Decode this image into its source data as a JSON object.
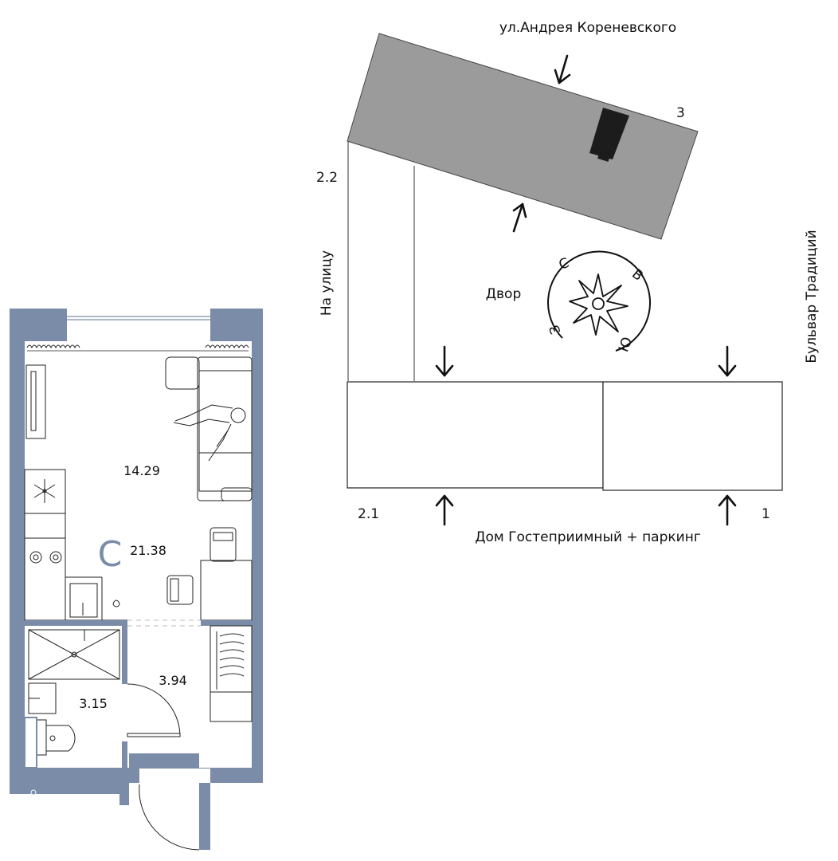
{
  "apartment": {
    "type_letter": "С",
    "total_area": "21.38",
    "rooms": [
      {
        "name": "living-room",
        "area": "14.29"
      },
      {
        "name": "hallway",
        "area": "3.94"
      },
      {
        "name": "bathroom",
        "area": "3.15"
      }
    ]
  },
  "site": {
    "streets": {
      "top": "ул.Андрея Кореневского",
      "left": "На улицу",
      "right": "Бульвар Традиций",
      "bottom": "Дом Гостеприимный + паркинг"
    },
    "courtyard": "Двор",
    "building_numbers": {
      "top_right": "3",
      "left": "2.2",
      "bottom_left": "2.1",
      "bottom_right": "1"
    },
    "compass": {
      "north": "С",
      "east": "В",
      "south": "Ю",
      "west": "З"
    }
  },
  "colors": {
    "wall": "#7a8ca8",
    "building_dark": "#9b9b9b",
    "entrance": "#1c1c1c",
    "line": "#111111"
  }
}
